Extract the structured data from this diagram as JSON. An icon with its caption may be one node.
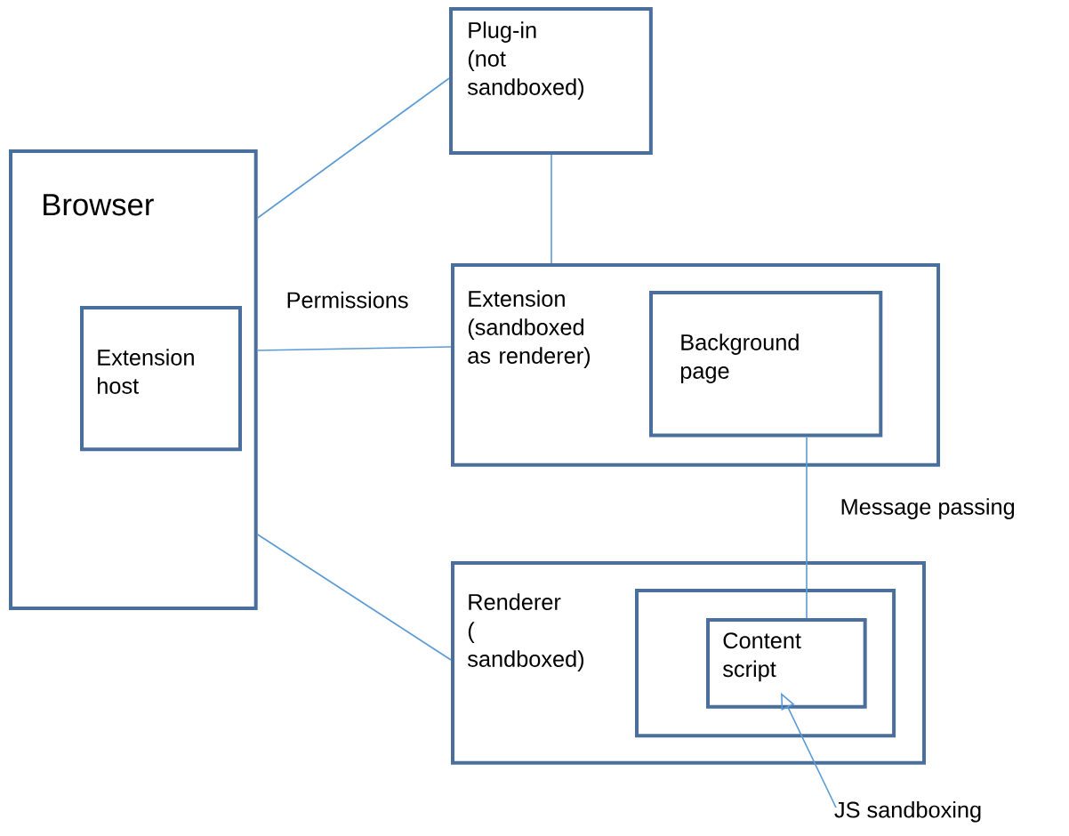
{
  "diagram": {
    "nodes": [
      {
        "text": [
          "Plug-in (not sandboxed)"
        ]
      },
      {
        "text": [
          "Browser"
        ]
      },
      {
        "text": [
          "Extension host"
        ],
        "in": 1
      },
      {
        "text": [
          "Extension (sandboxed as renderer)"
        ]
      },
      {
        "text": [
          "Background page"
        ],
        "in": 3
      },
      {
        "text": [
          "Renderer ( sandboxed)"
        ]
      },
      {
        "text": [],
        "shape": "box",
        "in": 5
      },
      {
        "text": [
          "Content script"
        ],
        "in": 6
      },
      {
        "text": [
          "JS sandboxing"
        ]
      }
    ],
    "edges": [
      {
        "from": 1,
        "to": 0,
        "arrow": "none"
      },
      {
        "from": 0,
        "to": 3,
        "arrow": "none"
      },
      {
        "from": 1,
        "to": 3,
        "arrow": "none",
        "label": "Permissions"
      },
      {
        "from": 1,
        "to": 5,
        "arrow": "none"
      },
      {
        "from": 4,
        "to": 7,
        "arrow": "none",
        "label": "Message passing"
      },
      {
        "from": 8,
        "to": 7,
        "arrow": "to"
      }
    ]
  }
}
